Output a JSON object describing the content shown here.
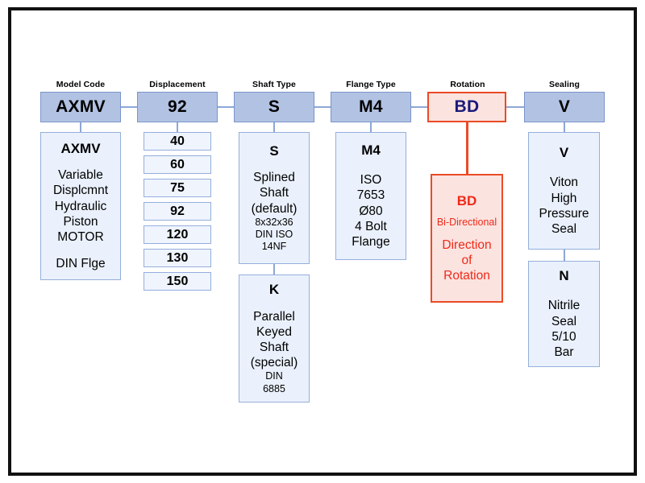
{
  "diagram": {
    "title_code": "AXMV 92 S M4 BD V",
    "columns": [
      {
        "label": "Model Code",
        "code": "AXMV",
        "accent": "#7b94c9",
        "details": [
          {
            "header": "AXMV",
            "lines": [
              "Variable",
              "Displcmnt",
              "Hydraulic",
              "Piston",
              "MOTOR"
            ],
            "lines2": [
              "DIN Flge"
            ]
          }
        ]
      },
      {
        "label": "Displacement",
        "code": "92",
        "accent": "#7b94c9",
        "options": [
          "40",
          "60",
          "75",
          "92",
          "120",
          "130",
          "150"
        ]
      },
      {
        "label": "Shaft Type",
        "code": "S",
        "accent": "#7b94c9",
        "details": [
          {
            "header": "S",
            "lines": [
              "Splined",
              "Shaft",
              "(default)"
            ],
            "small": [
              "8x32x36",
              "DIN ISO",
              "14NF"
            ]
          },
          {
            "header": "K",
            "lines": [
              "Parallel",
              "Keyed",
              "Shaft",
              "(special)"
            ],
            "small": [
              "DIN",
              "6885"
            ]
          }
        ]
      },
      {
        "label": "Flange Type",
        "code": "M4",
        "accent": "#7b94c9",
        "details": [
          {
            "header": "M4",
            "lines": [
              "ISO",
              "7653",
              "Ø80",
              "4 Bolt",
              "Flange"
            ]
          }
        ]
      },
      {
        "label": "Rotation",
        "code": "BD",
        "accent": "#ea4b26",
        "details": [
          {
            "header": "BD",
            "small": [
              "Bi-Directional"
            ],
            "lines": [
              "Direction",
              "of",
              "Rotation"
            ]
          }
        ]
      },
      {
        "label": "Sealing",
        "code": "V",
        "accent": "#7b94c9",
        "details": [
          {
            "header": "V",
            "lines": [
              "Viton",
              "High",
              "Pressure",
              "Seal"
            ]
          },
          {
            "header": "N",
            "lines": [
              "Nitrile",
              "Seal",
              "5/10",
              "Bar"
            ]
          }
        ]
      }
    ]
  },
  "colors": {
    "code_fill": "#b2c2e3",
    "detail_fill": "#eaf1fc",
    "option_fill": "#eff4fd",
    "border_blue": "#95aedb",
    "connector_blue": "#8da7d6",
    "accent_red": "#ea4b26",
    "red_fill": "#fbe3e0",
    "red_text": "#ef2a18",
    "code_red_text": "#1a1a7a",
    "frame": "#111111"
  }
}
